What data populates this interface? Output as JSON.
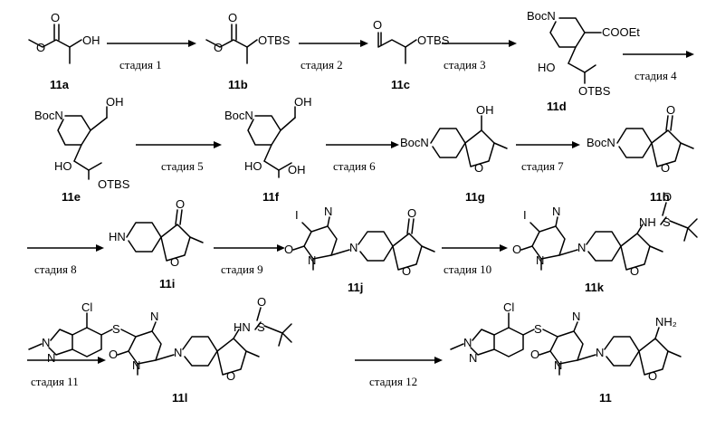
{
  "compounds": [
    "11a",
    "11b",
    "11c",
    "11d",
    "11e",
    "11f",
    "11g",
    "11h",
    "11i",
    "11j",
    "11k",
    "11l",
    "11"
  ],
  "steps": [
    "стадия 1",
    "стадия 2",
    "стадия 3",
    "стадия 4",
    "стадия 5",
    "стадия 6",
    "стадия 7",
    "стадия 8",
    "стадия 9",
    "стадия 10",
    "стадия 11",
    "стадия 12"
  ],
  "atoms": {
    "oh": "OH",
    "otbs": "OTBS",
    "o": "O",
    "boc_n": "BocN",
    "cooet": "COOEt",
    "ho": "HO",
    "hn": "HN",
    "n": "N",
    "i": "I",
    "s": "S",
    "nh": "NH",
    "nh2": "NH₂",
    "cl": "Cl"
  }
}
